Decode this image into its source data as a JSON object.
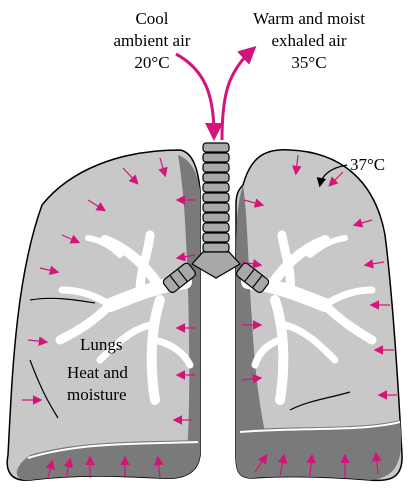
{
  "labels": {
    "inhaled": {
      "line1": "Cool",
      "line2": "ambient air",
      "line3": "20°C"
    },
    "exhaled": {
      "line1": "Warm and moist",
      "line2": "exhaled air",
      "line3": "35°C"
    },
    "body_temp": "37°C",
    "lungs": "Lungs",
    "heat_moisture": {
      "line1": "Heat and",
      "line2": "moisture"
    }
  },
  "colors": {
    "lung_fill": "#c8c8c8",
    "lung_shadow": "#7a7a7a",
    "outline": "#000000",
    "bronchi": "#ffffff",
    "trachea": "#a8a8a8",
    "arrow": "#d4147a"
  }
}
